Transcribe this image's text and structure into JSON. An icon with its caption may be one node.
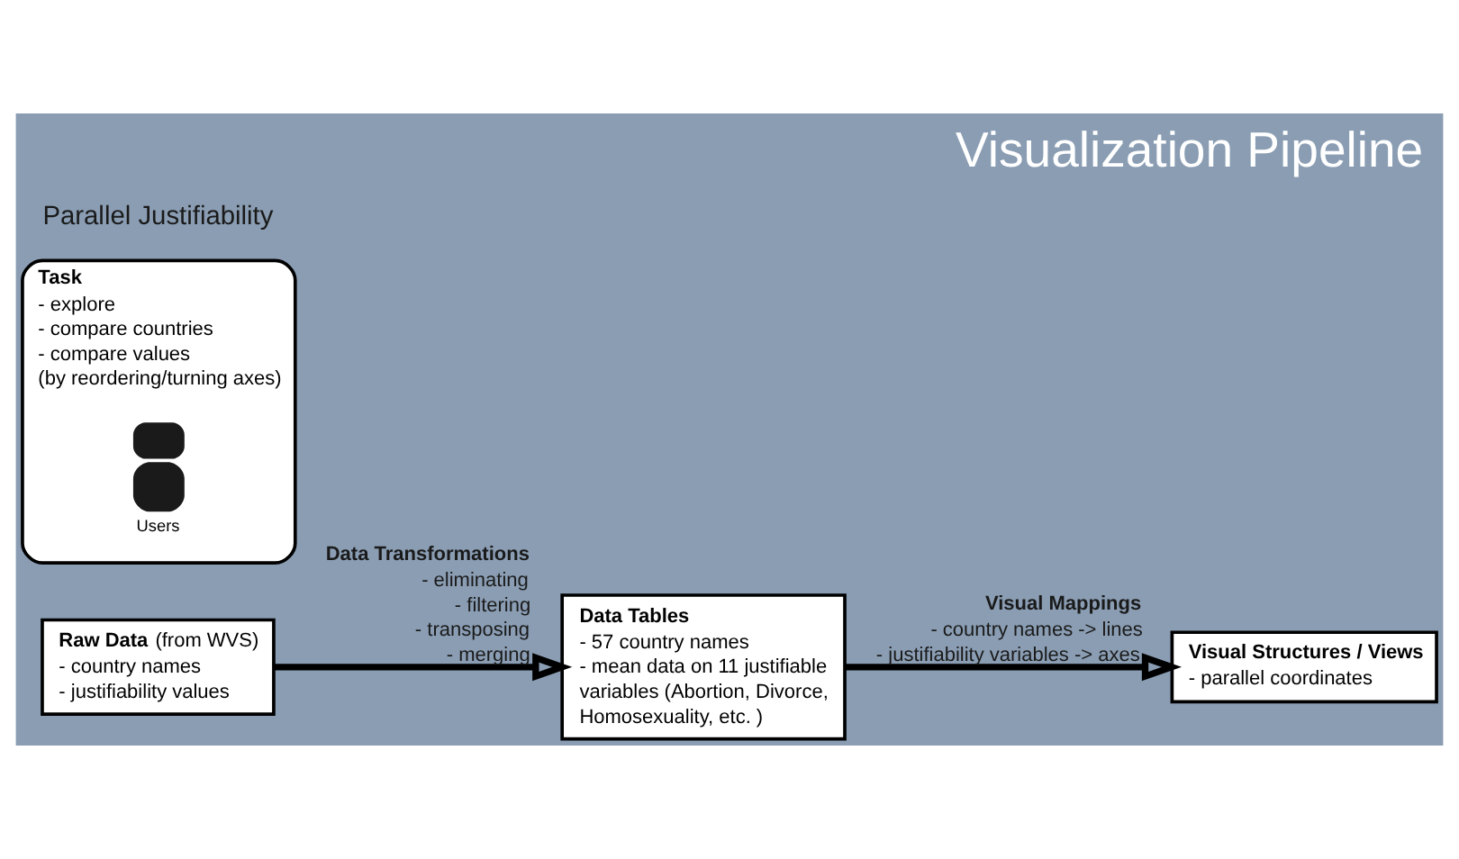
{
  "diagram": {
    "title": "Visualization Pipeline",
    "nodes": [
      {
        "text": [
          "**Raw Data** (from WVS)",
          "- country names",
          "- justifiability values"
        ]
      },
      {
        "text": [
          "**Data Tables**",
          "- 57 country names",
          "- mean data on 11 justifiable variables (Abortion, Divorce, Homosexuality, etc. )"
        ]
      },
      {
        "text": [
          "**Visual Structures / Views**",
          "- parallel coordinates"
        ]
      },
      {
        "text": [
          "**Task**",
          "- explore",
          "- compare countries",
          "- compare values",
          "(by reordering/turning axes)"
        ]
      },
      {
        "text": [],
        "shape": "person",
        "beside": [
          "Users"
        ],
        "in": 3
      }
    ],
    "edges": [
      {
        "from": 0,
        "to": 1,
        "arrow": "to",
        "label": "**Data Transformations** - eliminating - filtering - transposing - merging"
      },
      {
        "from": 1,
        "to": 2,
        "arrow": "to",
        "label": "**Visual Mappings** - country names -> lines - justifiability variables -> axes"
      }
    ],
    "labels": [
      "Parallel Justifiability"
    ]
  }
}
